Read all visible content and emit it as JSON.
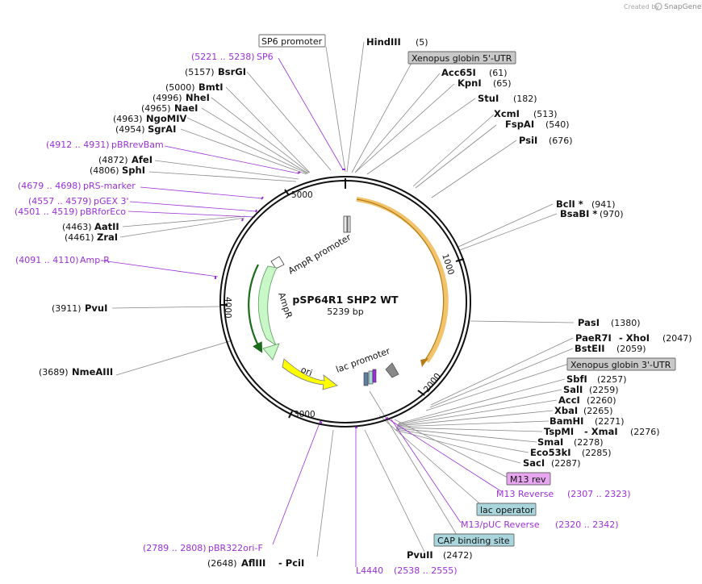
{
  "brand": {
    "prefix": "Created by",
    "name": "SnapGene"
  },
  "plasmid": {
    "name": "pSP64R1 SHP2 WT",
    "size": "5239 bp"
  },
  "ticks": [
    "1000",
    "2000",
    "3000",
    "4000",
    "5000"
  ],
  "enzymes": {
    "hindiii": {
      "name": "HindIII",
      "pos": "(5)"
    },
    "acc65i": {
      "name": "Acc65I",
      "pos": "(61)"
    },
    "kpni": {
      "name": "KpnI",
      "pos": "(65)"
    },
    "stui": {
      "name": "StuI",
      "pos": "(182)"
    },
    "xcmi": {
      "name": "XcmI",
      "pos": "(513)"
    },
    "fspai": {
      "name": "FspAI",
      "pos": "(540)"
    },
    "psii": {
      "name": "PsiI",
      "pos": "(676)"
    },
    "bcli": {
      "name": "BclI *",
      "pos": "(941)"
    },
    "bsabi": {
      "name": "BsaBI *",
      "pos": "(970)"
    },
    "pasi": {
      "name": "PasI",
      "pos": "(1380)"
    },
    "paer7i": {
      "name": "PaeR7I",
      "sep": "- XhoI",
      "pos": "(2047)"
    },
    "bsteii": {
      "name": "BstEII",
      "pos": "(2059)"
    },
    "sbfi": {
      "name": "SbfI",
      "pos": "(2257)"
    },
    "sali": {
      "name": "SalI",
      "pos": "(2259)"
    },
    "acci": {
      "name": "AccI",
      "pos": "(2260)"
    },
    "xbai": {
      "name": "XbaI",
      "pos": "(2265)"
    },
    "bamhi": {
      "name": "BamHI",
      "pos": "(2271)"
    },
    "tspmi": {
      "name": "TspMI",
      "sep": "- XmaI",
      "pos": "(2276)"
    },
    "smai": {
      "name": "SmaI",
      "pos": "(2278)"
    },
    "eco53ki": {
      "name": "Eco53kI",
      "pos": "(2285)"
    },
    "saci": {
      "name": "SacI",
      "pos": "(2287)"
    },
    "pvuii": {
      "name": "PvuII",
      "pos": "(2472)"
    },
    "afliii": {
      "name": "AflIII",
      "sep": "- PciI",
      "pos": "(2648)"
    },
    "nmeaiii": {
      "name": "NmeAIII",
      "pos": "(3689)"
    },
    "pvui": {
      "name": "PvuI",
      "pos": "(3911)"
    },
    "zrai": {
      "name": "ZraI",
      "pos": "(4461)"
    },
    "aatii": {
      "name": "AatII",
      "pos": "(4463)"
    },
    "sphi": {
      "name": "SphI",
      "pos": "(4806)"
    },
    "afei": {
      "name": "AfeI",
      "pos": "(4872)"
    },
    "sgrai": {
      "name": "SgrAI",
      "pos": "(4954)"
    },
    "ngomiv": {
      "name": "NgoMIV",
      "pos": "(4963)"
    },
    "naei": {
      "name": "NaeI",
      "pos": "(4965)"
    },
    "nhei": {
      "name": "NheI",
      "pos": "(4996)"
    },
    "bmti": {
      "name": "BmtI",
      "pos": "(5000)"
    },
    "bsrgi": {
      "name": "BsrGI",
      "pos": "(5157)"
    }
  },
  "primers": {
    "sp6": {
      "range": "(5221 .. 5238)",
      "name": "SP6"
    },
    "pbrrevbam": {
      "range": "(4912 .. 4931)",
      "name": "pBRrevBam"
    },
    "prs": {
      "range": "(4679 .. 4698)",
      "name": "pRS-marker"
    },
    "pgex": {
      "range": "(4557 .. 4579)",
      "name": "pGEX 3'"
    },
    "pbrforeco": {
      "range": "(4501 .. 4519)",
      "name": "pBRforEco"
    },
    "ampr": {
      "range": "(4091 .. 4110)",
      "name": "Amp-R"
    },
    "pbr322": {
      "range": "(2789 .. 2808)",
      "name": "pBR322ori-F"
    },
    "l4440": {
      "name": "L4440",
      "range": "(2538 .. 2555)"
    },
    "m13rev": {
      "name": "M13 Reverse",
      "range": "(2307 .. 2323)"
    },
    "m13puc": {
      "name": "M13/pUC Reverse",
      "range": "(2320 .. 2342)"
    }
  },
  "boxes": {
    "sp6promoter": "SP6 promoter",
    "xglobin5": "Xenopus globin 5'-UTR",
    "xglobin3": "Xenopus globin 3'-UTR",
    "m13rev": "M13 rev",
    "lacop": "lac operator",
    "cap": "CAP binding site"
  },
  "inner": {
    "ampr_promoter": "AmpR promoter",
    "ampr": "AmpR",
    "ori": "ori",
    "lac_promoter": "lac promoter"
  },
  "colors": {
    "backbone": "#111111",
    "primer": "#9b30d9",
    "insert": "#f2c36b",
    "ampr": "#c8f7c8",
    "ori": "#ffff00",
    "grey_box": "#c8c8c8",
    "m13_box": "#e7a6ef",
    "blue_box": "#a9d6dd"
  }
}
